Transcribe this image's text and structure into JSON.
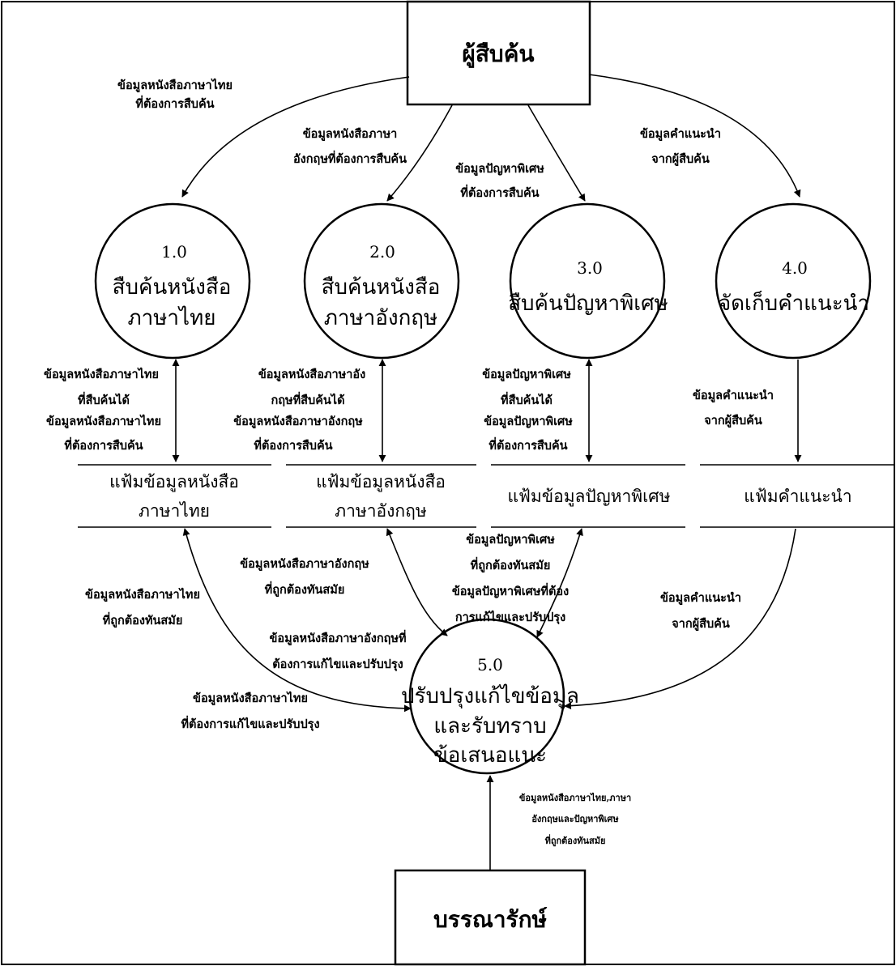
{
  "entities": {
    "searcher": "ผู้สืบค้น",
    "librarian": "บรรณารักษ์"
  },
  "processes": [
    {
      "num": "1.0",
      "name": [
        "สืบค้นหนังสือ",
        "ภาษาไทย"
      ]
    },
    {
      "num": "2.0",
      "name": [
        "สืบค้นหนังสือ",
        "ภาษาอังกฤษ"
      ]
    },
    {
      "num": "3.0",
      "name": [
        "สืบค้นปัญหาพิเศษ"
      ]
    },
    {
      "num": "4.0",
      "name": [
        "จัดเก็บคำแนะนำ"
      ]
    },
    {
      "num": "5.0",
      "name": [
        "ปรับปรุงแก้ไขข้อมูล",
        "และรับทราบ",
        "ข้อเสนอแนะ"
      ]
    }
  ],
  "stores": [
    {
      "name": [
        "แฟ้มข้อมูลหนังสือ",
        "ภาษาไทย"
      ]
    },
    {
      "name": [
        "แฟ้มข้อมูลหนังสือ",
        "ภาษาอังกฤษ"
      ]
    },
    {
      "name": [
        "แฟ้มข้อมูลปัญหาพิเศษ"
      ]
    },
    {
      "name": [
        "แฟ้มคำแนะนำ"
      ]
    }
  ],
  "flows": {
    "searcher_to_p1": [
      "ข้อมูลหนังสือภาษาไทย",
      "ที่ต้องการสืบค้น"
    ],
    "searcher_to_p2": [
      "ข้อมูลหนังสือภาษา",
      "อังกฤษที่ต้องการสืบค้น"
    ],
    "searcher_to_p3": [
      "ข้อมูลปัญหาพิเศษ",
      "ที่ต้องการสืบค้น"
    ],
    "searcher_to_p4": [
      "ข้อมูลคำแนะนำ",
      "จากผู้สืบค้น"
    ],
    "p1_store1": [
      "ข้อมูลหนังสือภาษาไทย",
      "ที่สืบค้นได้",
      "ข้อมูลหนังสือภาษาไทย",
      "ที่ต้องการสืบค้น"
    ],
    "p2_store2": [
      "ข้อมูลหนังสือภาษาอัง",
      "กฤษที่สืบค้นได้",
      "ข้อมูลหนังสือภาษาอังกฤษ",
      "ที่ต้องการสืบค้น"
    ],
    "p3_store3": [
      "ข้อมูลปัญหาพิเศษ",
      "ที่สืบค้นได้",
      "ข้อมูลปัญหาพิเศษ",
      "ที่ต้องการสืบค้น"
    ],
    "p4_store4": [
      "ข้อมูลคำแนะนำ",
      "จากผู้สืบค้น"
    ],
    "store1_p5_a": [
      "ข้อมูลหนังสือภาษาไทย",
      "ที่ถูกต้องทันสมัย"
    ],
    "store1_p5_b": [
      "ข้อมูลหนังสือภาษาไทย",
      "ที่ต้องการแก้ไขและปรับปรุง"
    ],
    "store2_p5_a": [
      "ข้อมูลหนังสือภาษาอังกฤษ",
      "ที่ถูกต้องทันสมัย"
    ],
    "store2_p5_b": [
      "ข้อมูลหนังสือภาษาอังกฤษที่",
      "ต้องการแก้ไขและปรับปรุง"
    ],
    "store3_p5": [
      "ข้อมูลปัญหาพิเศษ",
      "ที่ถูกต้องทันสมัย",
      "ข้อมูลปัญหาพิเศษที่ต้อง",
      "การแก้ไขและปรับปรุง"
    ],
    "store4_p5": [
      "ข้อมูลคำแนะนำ",
      "จากผู้สืบค้น"
    ],
    "librarian_to_p5": [
      "ข้อมูลหนังสือภาษาไทย,ภาษา",
      "อังกฤษและปัญหาพิเศษ",
      "ที่ถูกต้องทันสมัย"
    ]
  }
}
